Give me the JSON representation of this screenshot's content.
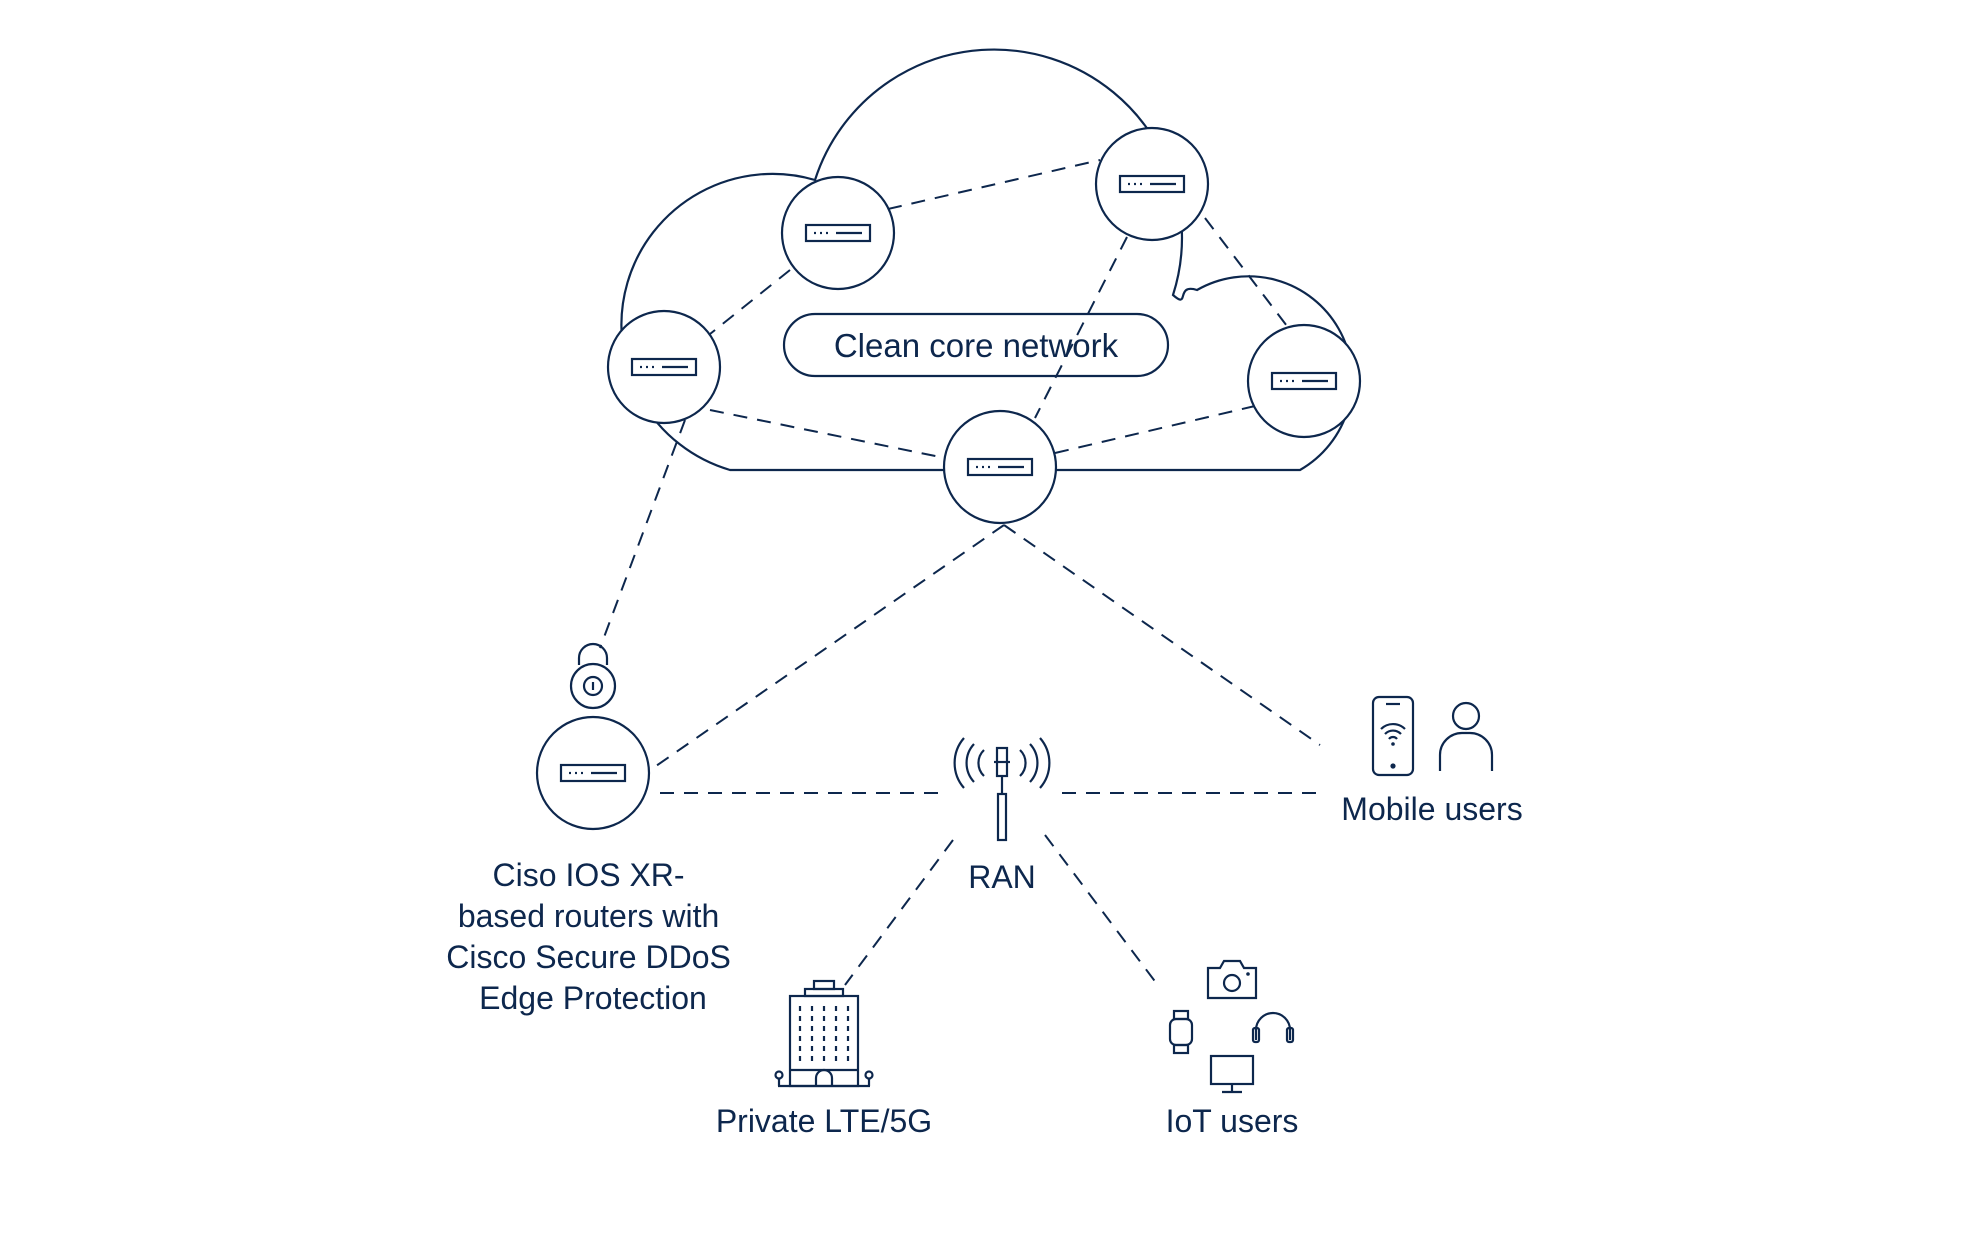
{
  "diagram": {
    "core_label": "Clean core network",
    "ran_label": "RAN",
    "mobile_label": "Mobile users",
    "edge_router_label": [
      "Ciso IOS XR-",
      "based routers with",
      "Cisco Secure DDoS",
      "Edge Protection"
    ],
    "private_label": "Private LTE/5G",
    "iot_label": "IoT users"
  },
  "colors": {
    "ink": "#0d274d",
    "background": "#ffffff"
  },
  "icons": [
    "router-icon",
    "lock-icon",
    "cell-tower-icon",
    "smartphone-icon",
    "person-icon",
    "office-building-icon",
    "camera-icon",
    "smartwatch-icon",
    "headphones-icon",
    "monitor-icon"
  ]
}
